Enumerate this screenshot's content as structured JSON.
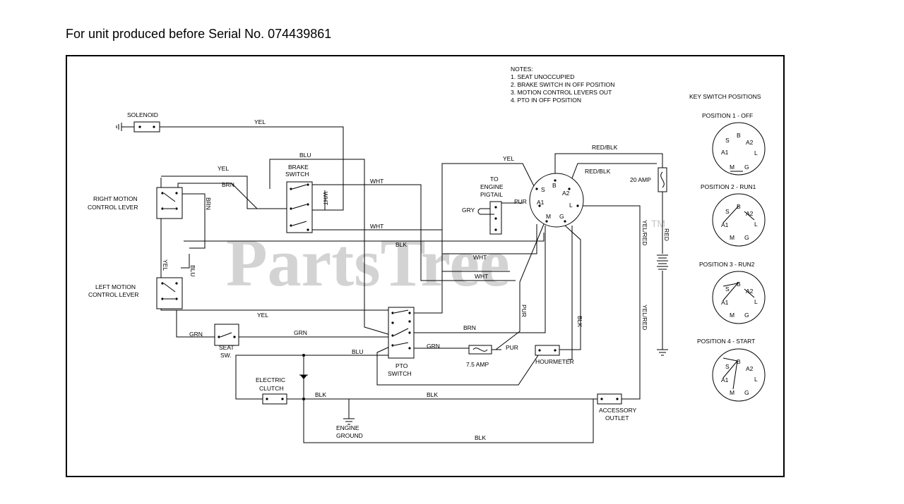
{
  "heading": "For unit produced before Serial No. 074439861",
  "watermark": "PartsTree",
  "watermark_tm": "TM",
  "notes": {
    "title": "NOTES:",
    "items": [
      "1.  SEAT UNOCCUPIED",
      "2.  BRAKE SWITCH IN OFF POSITION",
      "3.  MOTION CONTROL LEVERS OUT",
      "4.  PTO IN OFF POSITION"
    ]
  },
  "key_switch": {
    "title": "KEY SWITCH POSITIONS",
    "positions": [
      {
        "label": "POSITION 1 - OFF"
      },
      {
        "label": "POSITION 2 - RUN1"
      },
      {
        "label": "POSITION 3 - RUN2"
      },
      {
        "label": "POSITION 4 - START"
      }
    ],
    "terminals": [
      "S",
      "B",
      "A2",
      "A1",
      "L",
      "M",
      "G"
    ]
  },
  "components": {
    "solenoid": "SOLENOID",
    "brake_switch_1": "BRAKE",
    "brake_switch_2": "SWITCH",
    "right_lever_1": "RIGHT MOTION",
    "right_lever_2": "CONTROL LEVER",
    "left_lever_1": "LEFT MOTION",
    "left_lever_2": "CONTROL LEVER",
    "seat_sw_1": "SEAT",
    "seat_sw_2": "SW.",
    "electric_clutch_1": "ELECTRIC",
    "electric_clutch_2": "CLUTCH",
    "engine_ground_1": "ENGINE",
    "engine_ground_2": "GROUND",
    "pto_switch_1": "PTO",
    "pto_switch_2": "SWITCH",
    "fuse_75": "7.5 AMP",
    "hourmeter": "HOURMETER",
    "accessory_outlet_1": "ACCESSORY",
    "accessory_outlet_2": "OUTLET",
    "fuse_20": "20 AMP",
    "engine_pigtail_1": "TO",
    "engine_pigtail_2": "ENGINE",
    "engine_pigtail_3": "PIGTAIL",
    "key_terminals": {
      "s": "S",
      "b": "B",
      "a2": "A2",
      "a1": "A1",
      "l": "L",
      "m": "M",
      "g": "G"
    }
  },
  "wire_labels": {
    "yel": "YEL",
    "blu": "BLU",
    "brn": "BRN",
    "wht": "WHT",
    "blk": "BLK",
    "grn": "GRN",
    "pur": "PUR",
    "gry": "GRY",
    "red_blk": "RED/BLK",
    "yel_red": "YEL/RED",
    "red": "RED"
  }
}
